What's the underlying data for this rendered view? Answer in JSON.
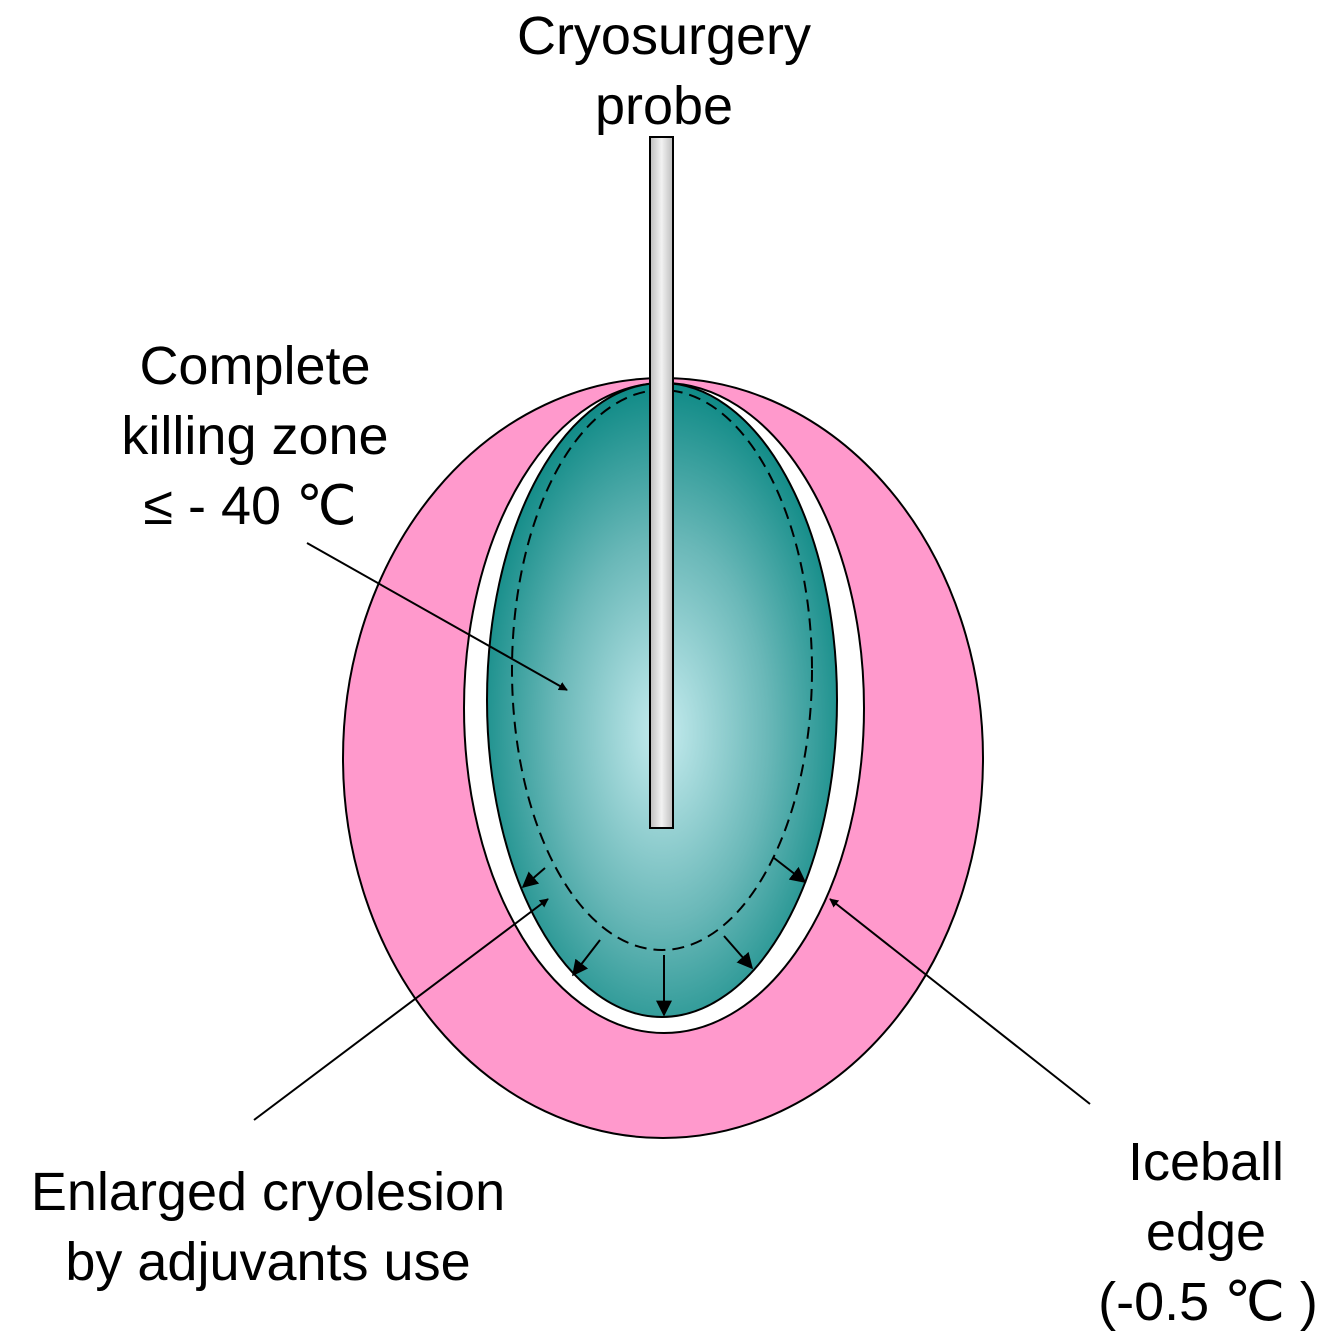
{
  "labels": {
    "probe_line1": "Cryosurgery",
    "probe_line2": "probe",
    "killing_line1": "Complete",
    "killing_line2": "killing zone",
    "killing_line3": "≤ - 40 ℃",
    "enlarged_line1": "Enlarged cryolesion",
    "enlarged_line2": "by adjuvants use",
    "iceball_line1": "Iceball",
    "iceball_line2": "edge",
    "iceball_line3": "(-0.5 ℃ )"
  },
  "colors": {
    "iceball_fill": "#ff99cc",
    "killing_zone_edge": "#0f8a86",
    "killing_zone_center": "#c6ecef",
    "probe_fill": "#cccccc",
    "outline": "#000000"
  }
}
